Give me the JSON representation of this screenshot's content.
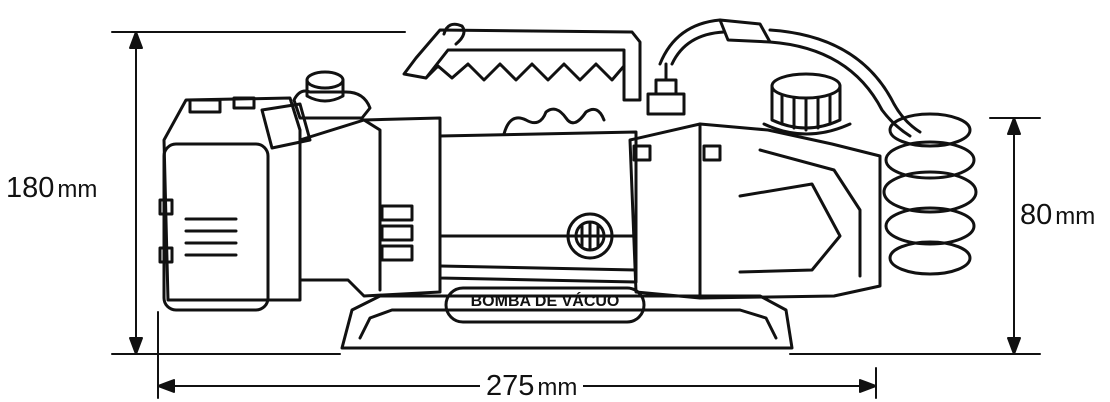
{
  "dimensions": {
    "height_total": {
      "value": "180",
      "unit": "mm"
    },
    "height_tank": {
      "value": "80",
      "unit": "mm"
    },
    "length": {
      "value": "275",
      "unit": "mm"
    }
  },
  "product": {
    "badge_label": "BOMBA DE VÁCUO"
  },
  "colors": {
    "line": "#111111",
    "background": "#ffffff"
  }
}
